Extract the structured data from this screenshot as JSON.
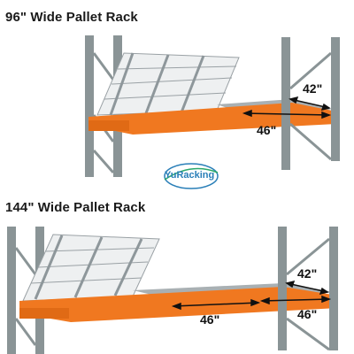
{
  "top_rack": {
    "title": "96\" Wide Pallet Rack",
    "depth_label": "42\"",
    "deck_width_label": "46\""
  },
  "bottom_rack": {
    "title": "144\" Wide Pallet Rack",
    "depth_label": "42\"",
    "deck_width_label_left": "46\"",
    "deck_width_label_right": "46\""
  },
  "logo": {
    "text": "YuRacking"
  },
  "colors": {
    "upright": "#8a9496",
    "beam": "#f07820",
    "deck": "#a9b0b3",
    "logo": "#2a7fb8"
  }
}
